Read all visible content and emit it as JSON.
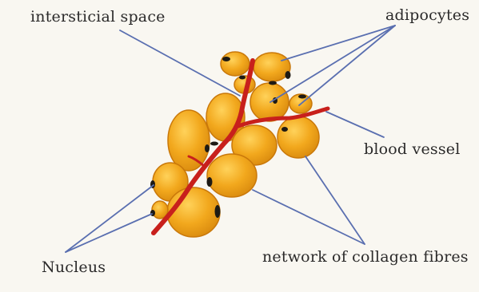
{
  "labels": {
    "interstitial_space": "intersticial space",
    "adipocytes": "adipocytes",
    "blood_vessel": "blood vessel",
    "nucleus": "Nucleus",
    "network": "network of collagen fibres"
  },
  "colors": {
    "background": "#f9f7f1",
    "cell_fill": "#f2a81d",
    "cell_outline": "#c9780a",
    "nucleus": "#1e1a14",
    "blood_vessel": "#c8201c",
    "pointer_lines": "#5a6fb0",
    "text": "#2b2a2a"
  }
}
